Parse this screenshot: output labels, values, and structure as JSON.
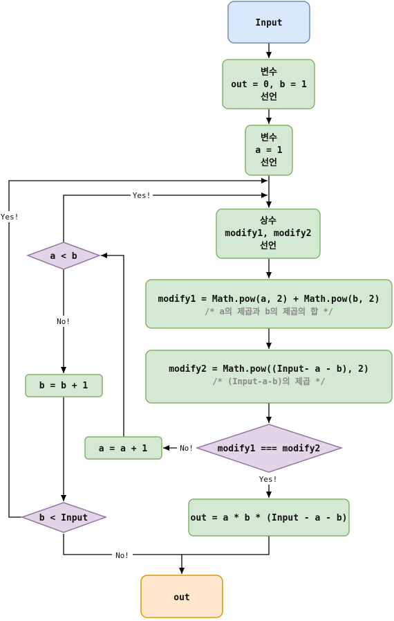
{
  "colors": {
    "blue_fill": "#dae8fc",
    "blue_stroke": "#6c8ebf",
    "green_fill": "#d5e8d4",
    "green_stroke": "#82b366",
    "purple_fill": "#e1d5e7",
    "purple_stroke": "#9673a6",
    "orange_fill": "#ffe6cc",
    "orange_stroke": "#d79b00",
    "edge": "#000000"
  },
  "nodes": {
    "input": {
      "label": "Input"
    },
    "declare_out_b": {
      "line1": "변수",
      "line2": "out = 0, b = 1",
      "line3": "선언"
    },
    "declare_a": {
      "line1": "변수",
      "line2": "a = 1",
      "line3": "선언"
    },
    "declare_modify": {
      "line1": "상수",
      "line2": "modify1, modify2",
      "line3": "선언"
    },
    "assign_modify1": {
      "code": "modify1 = Math.pow(a, 2) + Math.pow(b, 2)",
      "comment": "/* a의 제곱과 b의 제곱의 합 */"
    },
    "assign_modify2": {
      "code": "modify2 = Math.pow((Input- a - b), 2)",
      "comment": "/* (Input-a-b)의 제곱 */"
    },
    "check_equal": {
      "label": "modify1 === modify2"
    },
    "compute_out": {
      "label": "out = a * b * (Input - a - b)"
    },
    "increment_a": {
      "label": "a = a + 1"
    },
    "check_a_lt_b": {
      "label": "a < b"
    },
    "increment_b": {
      "label": "b = b + 1"
    },
    "check_b_lt_input": {
      "label": "b < Input"
    },
    "output": {
      "label": "out"
    }
  },
  "edge_labels": {
    "outer_yes": "Yes!",
    "inner_yes": "Yes!",
    "a_lt_b_no": "No!",
    "equal_no": "No!",
    "equal_yes": "Yes!",
    "b_lt_input_no": "No!"
  }
}
